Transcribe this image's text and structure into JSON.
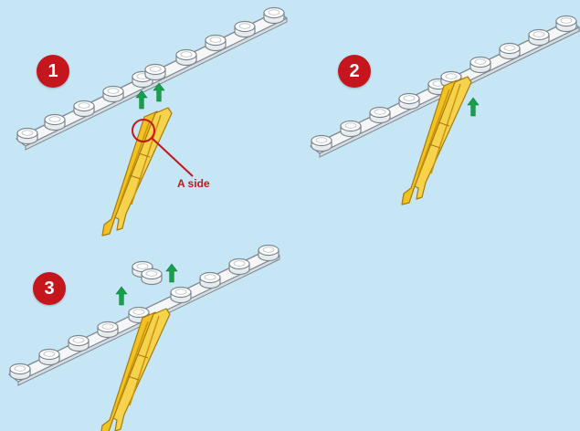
{
  "steps": [
    {
      "number": "1"
    },
    {
      "number": "2"
    },
    {
      "number": "3"
    }
  ],
  "callout": {
    "label": "A side"
  },
  "colors": {
    "background": "#c6e6f6",
    "badge": "#c4161c",
    "arrow": "#15a04a",
    "beam_fill": "#f4f6f7",
    "beam_stroke": "#7d8790",
    "part_fill": "#f2c122",
    "part_stroke": "#a57b0c"
  },
  "icons": [
    "insert-arrow-icon",
    "attachment-point-circle-icon"
  ]
}
